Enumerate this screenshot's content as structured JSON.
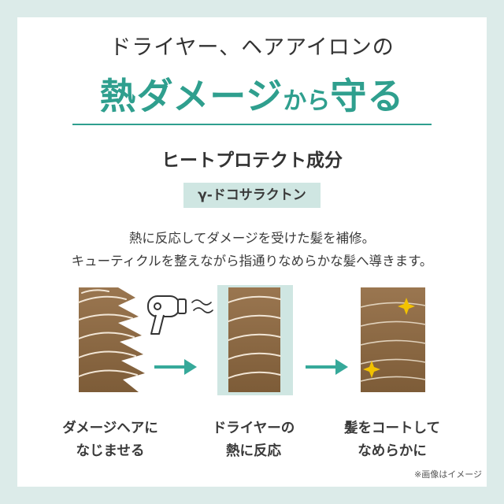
{
  "headline": "ドライヤー、ヘアアイロンの",
  "title": {
    "main": "熱ダメージ",
    "joiner": "から",
    "end": "守る"
  },
  "section_title": "ヒートプロテクト成分",
  "ingredient": "γ-ドコサラクトン",
  "description": [
    "熱に反応してダメージを受けた髪を補修。",
    "キューティクルを整えながら指通りなめらかな髪へ導きます。"
  ],
  "steps": [
    {
      "line1": "ダメージヘアに",
      "line2": "なじませる"
    },
    {
      "line1": "ドライヤーの",
      "line2": "熱に反応"
    },
    {
      "line1": "髪をコートして",
      "line2": "なめらかに"
    }
  ],
  "note": "※画像はイメージ",
  "colors": {
    "background": "#dcebe9",
    "accent": "#2f9f8e",
    "hair": "#8c6a44",
    "arrow": "#36a99a",
    "sparkle": "#f2c200"
  },
  "icons": [
    "hair-dryer-icon",
    "arrow-right-icon",
    "sparkle-icon"
  ]
}
